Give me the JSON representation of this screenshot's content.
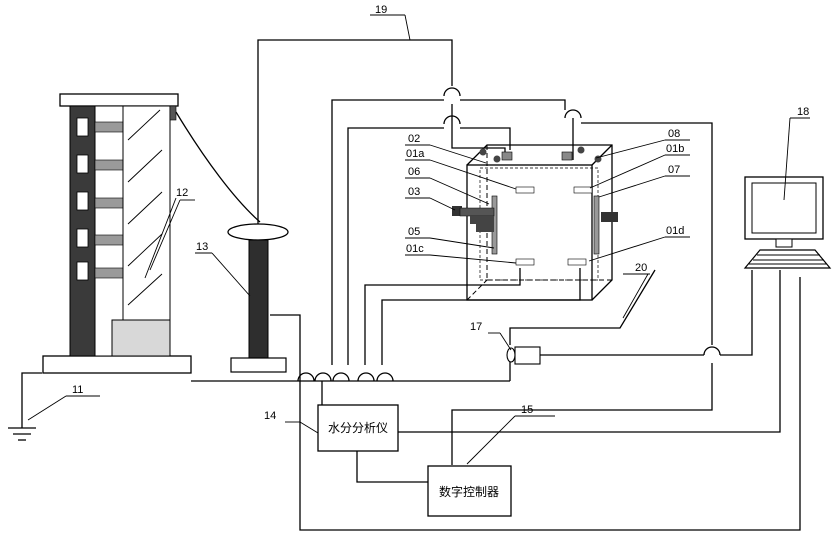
{
  "labels": {
    "l11": "11",
    "l12": "12",
    "l13": "13",
    "l14": "14",
    "l15": "15",
    "l17": "17",
    "l18": "18",
    "l19": "19",
    "l20": "20",
    "l02": "02",
    "l01a": "01a",
    "l06": "06",
    "l03": "03",
    "l05": "05",
    "l01c": "01c",
    "l08": "08",
    "l01b": "01b",
    "l07": "07",
    "l01d": "01d"
  },
  "boxes": {
    "moisture_analyzer": "水分分析仪",
    "digital_controller": "数字控制器"
  }
}
